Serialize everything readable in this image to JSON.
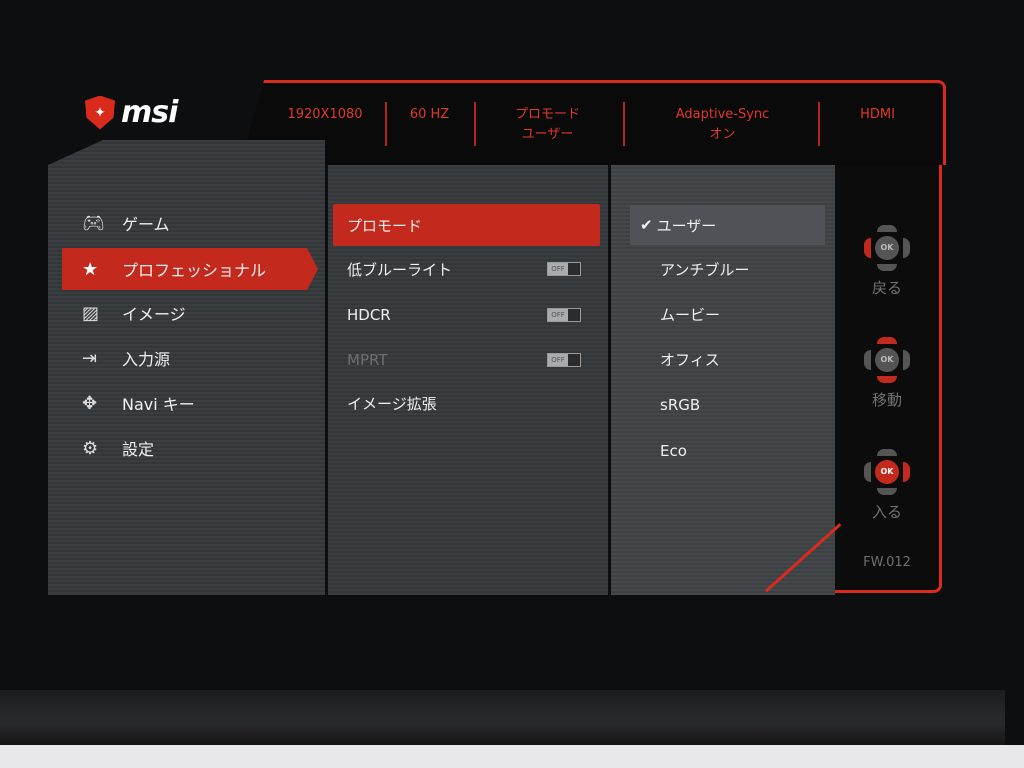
{
  "brand": "msi",
  "status_bar": {
    "resolution": "1920X1080",
    "refresh": "60 HZ",
    "mode_line1": "プロモード",
    "mode_line2": "ユーザー",
    "sync_line1": "Adaptive-Sync",
    "sync_line2": "オン",
    "input": "HDMI"
  },
  "main_menu": [
    {
      "label": "ゲーム",
      "icon": "gamepad-icon"
    },
    {
      "label": "プロフェッショナル",
      "icon": "star-icon",
      "selected": true
    },
    {
      "label": "イメージ",
      "icon": "image-icon"
    },
    {
      "label": "入力源",
      "icon": "input-source-icon"
    },
    {
      "label": "Navi キー",
      "icon": "navi-key-icon"
    },
    {
      "label": "設定",
      "icon": "gear-icon"
    }
  ],
  "sub_menu": [
    {
      "label": "プロモード",
      "selected": true
    },
    {
      "label": "低ブルーライト",
      "toggle": "OFF"
    },
    {
      "label": "HDCR",
      "toggle": "OFF"
    },
    {
      "label": "MPRT",
      "toggle": "OFF",
      "disabled": true
    },
    {
      "label": "イメージ拡張"
    }
  ],
  "options": [
    {
      "label": "ユーザー",
      "checked": true
    },
    {
      "label": "アンチブルー"
    },
    {
      "label": "ムービー"
    },
    {
      "label": "オフィス"
    },
    {
      "label": "sRGB"
    },
    {
      "label": "Eco"
    }
  ],
  "controls": {
    "ok": "OK",
    "back": "戻る",
    "move": "移動",
    "enter": "入る"
  },
  "firmware": "FW.012",
  "accent": "#c4291e"
}
